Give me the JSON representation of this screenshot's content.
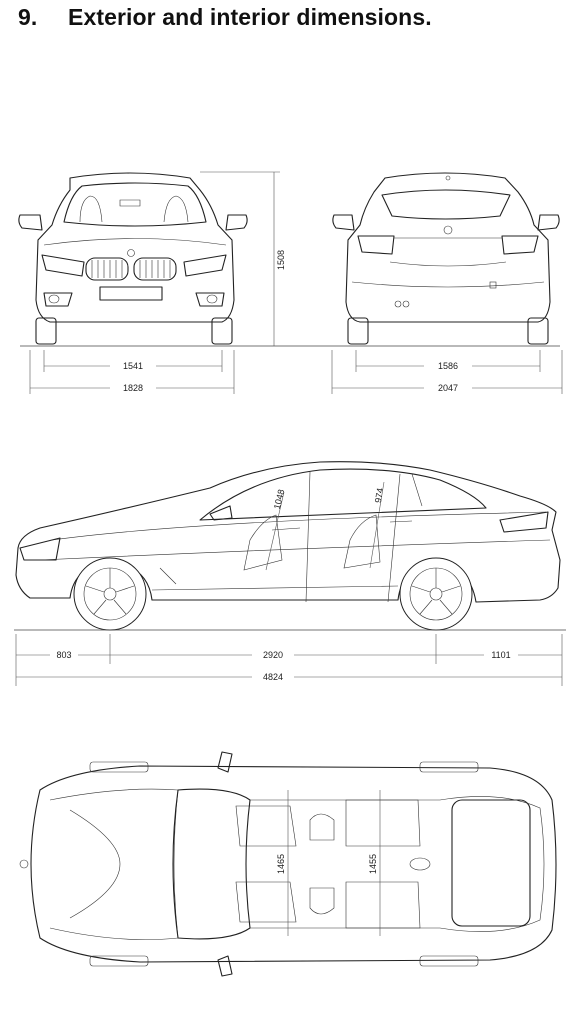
{
  "page": {
    "section_number": "9.",
    "title": "Exterior and interior dimensions."
  },
  "front_view": {
    "height": "1508",
    "track": "1541",
    "width": "1828"
  },
  "rear_view": {
    "track": "1586",
    "width_with_mirrors": "2047"
  },
  "side_view": {
    "front_headroom": "1048",
    "rear_headroom": "974",
    "front_overhang": "803",
    "wheelbase": "2920",
    "rear_overhang": "1101",
    "length": "4824"
  },
  "top_view": {
    "front_shoulder_width": "1465",
    "rear_shoulder_width": "1455"
  }
}
